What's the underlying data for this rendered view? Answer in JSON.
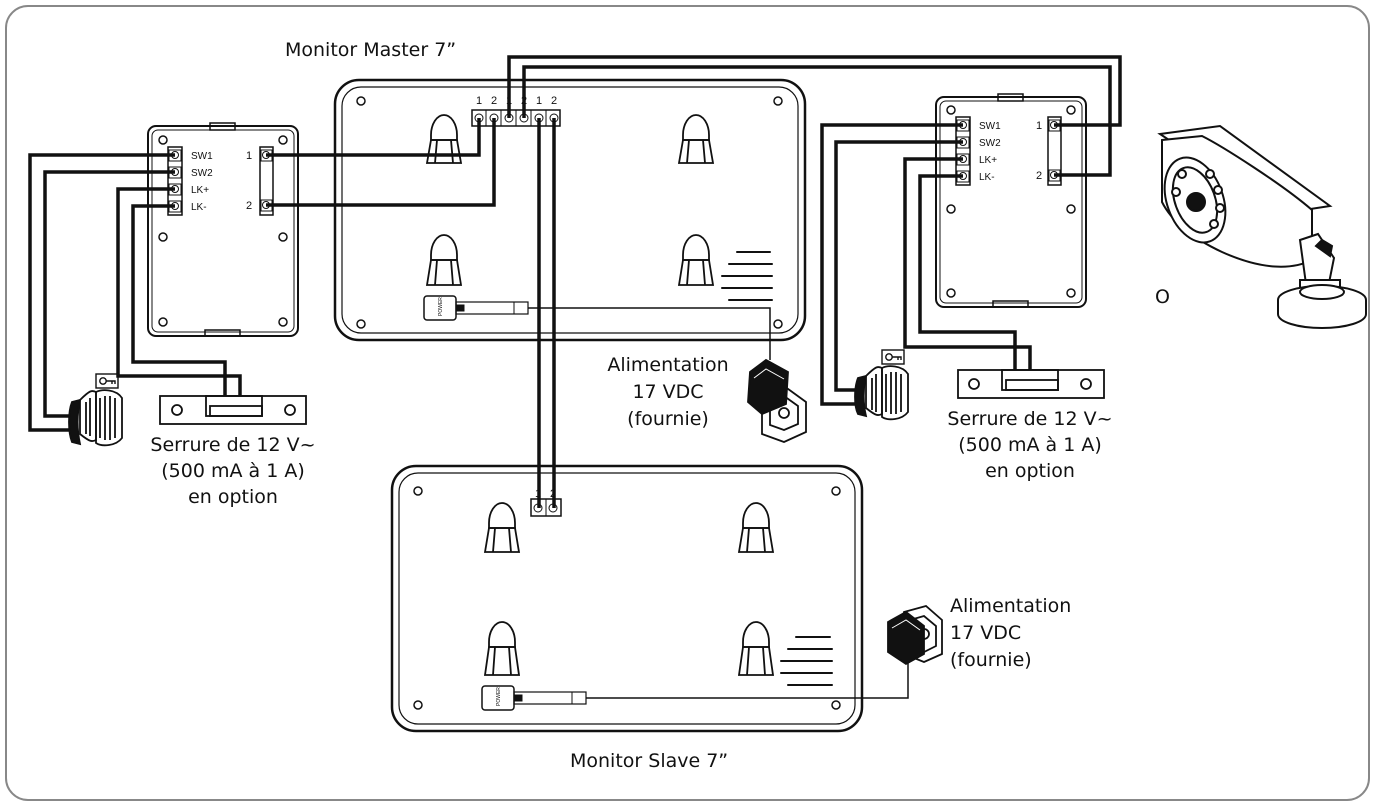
{
  "labels": {
    "master_title": "Monitor Master 7”",
    "slave_title": "Monitor Slave 7”",
    "camera_alt": "O",
    "power_master": [
      "Alimentation",
      "17 VDC",
      "(fournie)"
    ],
    "power_slave": [
      "Alimentation",
      "17 VDC",
      "(fournie)"
    ],
    "lock_left": [
      "Serrure de 12 V~",
      "(500 mA à 1 A)",
      "en option"
    ],
    "lock_right": [
      "Serrure de 12 V~",
      "(500 mA à 1 A)",
      "en option"
    ]
  },
  "terminals": {
    "outdoor_left": [
      "SW1",
      "SW2",
      "LK+",
      "LK-"
    ],
    "outdoor_right": [
      "SW1",
      "SW2",
      "LK+",
      "LK-"
    ],
    "outdoor_pins": [
      "1",
      "2"
    ],
    "master_pins": [
      "1",
      "2",
      "1",
      "2",
      "1",
      "2"
    ],
    "slave_pins": [
      "1",
      "2"
    ],
    "power_port": "POWER"
  },
  "colors": {
    "line": "#111111",
    "frame": "#888888"
  }
}
